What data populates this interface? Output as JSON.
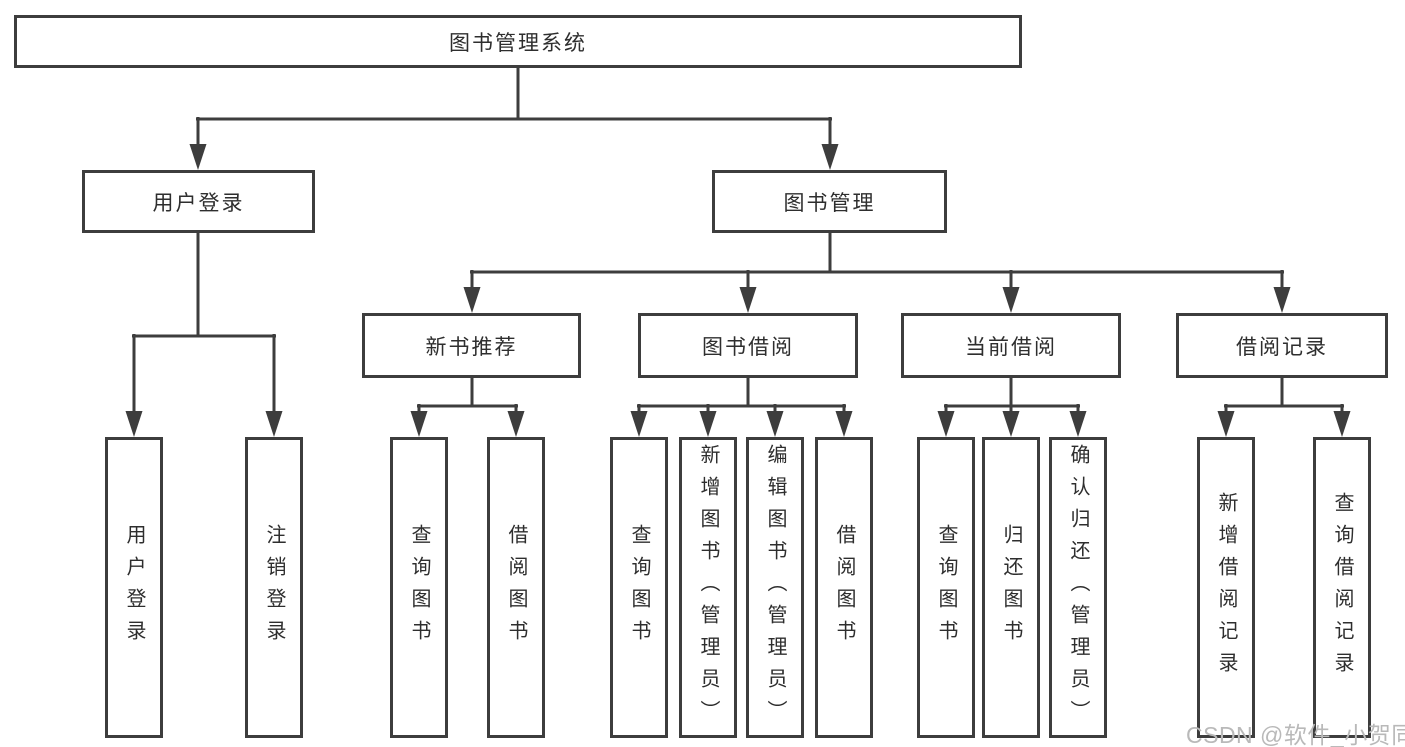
{
  "page": {
    "background": "#ffffff",
    "watermark": "CSDN @软件_小贺同学"
  },
  "colors": {
    "line": "#3d3d3d",
    "text": "#2e2e2e",
    "box_background": "#ffffff",
    "watermark_text": "#b9b9b9"
  },
  "diagram": {
    "type": "tree",
    "root": {
      "label": "图书管理系统",
      "children": [
        {
          "label": "用户登录",
          "children": [
            {
              "label": "用户登录"
            },
            {
              "label": "注销登录"
            }
          ]
        },
        {
          "label": "图书管理",
          "children": [
            {
              "label": "新书推荐",
              "children": [
                {
                  "label": "查询图书"
                },
                {
                  "label": "借阅图书"
                }
              ]
            },
            {
              "label": "图书借阅",
              "children": [
                {
                  "label": "查询图书"
                },
                {
                  "label": "新增图书（管理员）"
                },
                {
                  "label": "编辑图书（管理员）"
                },
                {
                  "label": "借阅图书"
                }
              ]
            },
            {
              "label": "当前借阅",
              "children": [
                {
                  "label": "查询图书"
                },
                {
                  "label": "归还图书"
                },
                {
                  "label": "确认归还（管理员）"
                }
              ]
            },
            {
              "label": "借阅记录",
              "children": [
                {
                  "label": "新增借阅记录"
                },
                {
                  "label": "查询借阅记录"
                }
              ]
            }
          ]
        }
      ]
    }
  }
}
